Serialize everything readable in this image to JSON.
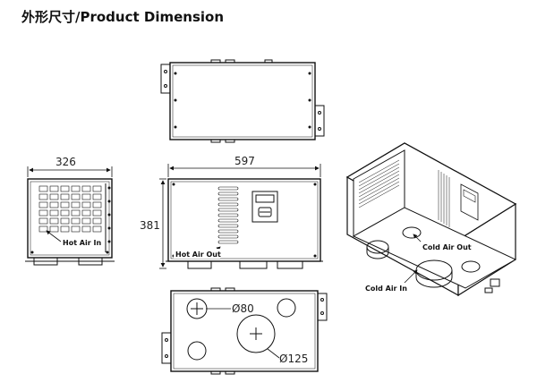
{
  "title": "外形尺寸/Product Dimension",
  "dimensions": {
    "width": "326",
    "length": "597",
    "height": "381",
    "small_duct": "Ø80",
    "large_duct": "Ø125"
  },
  "labels": {
    "side_hot_air_in": "Hot Air In",
    "front_hot_air_out": "Hot Air Out",
    "iso_cold_air_out": "Cold Air Out",
    "iso_cold_air_in": "Cold Air In"
  }
}
